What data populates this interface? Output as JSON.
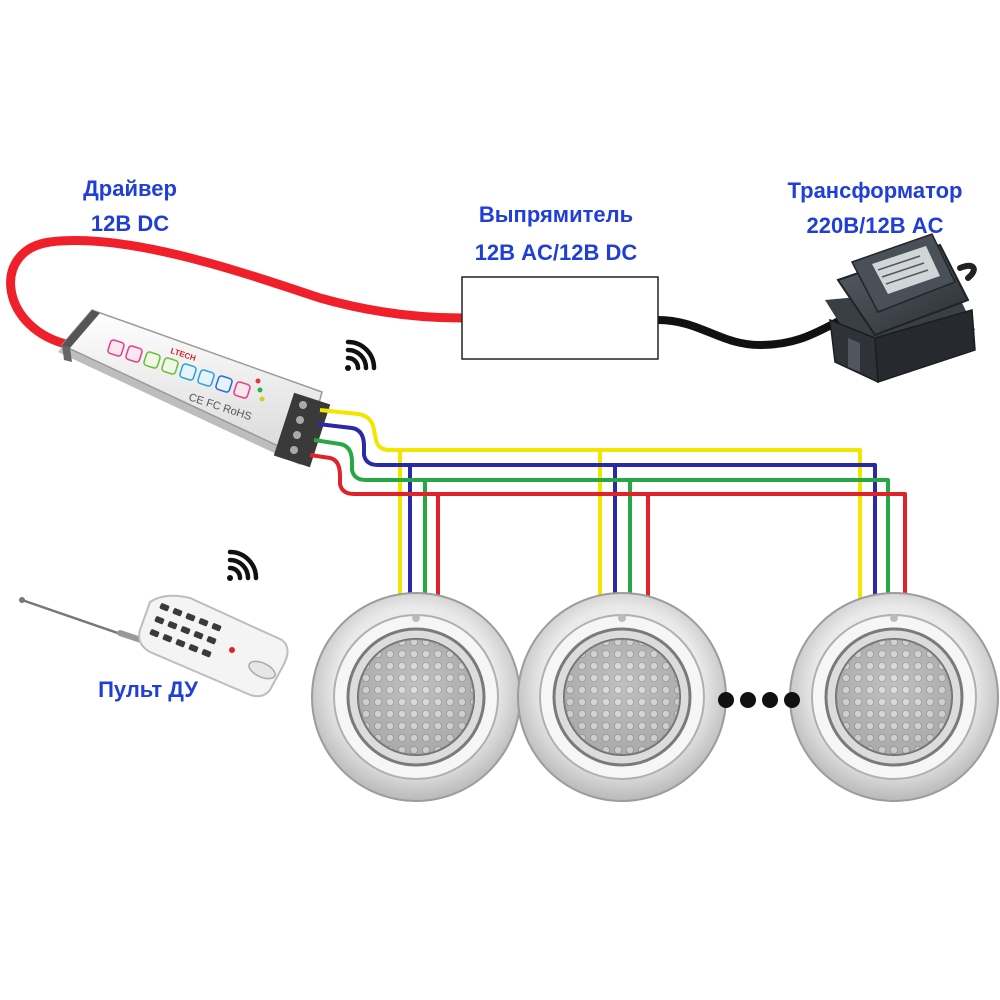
{
  "labels": {
    "driver_line1": "Драйвер",
    "driver_line2": "12В DC",
    "rectifier_line1": "Выпрямитель",
    "rectifier_line2": "12В AC/12В DC",
    "transformer_line1": "Трансформатор",
    "transformer_line2": "220В/12В AC",
    "remote": "Пульт ДУ"
  },
  "driver_markings": {
    "brand": "LTECH",
    "cert": "CE FC RoHS"
  },
  "colors": {
    "label_text": "#1f3fd6",
    "power_cable": "#f0202a",
    "dc_cable": "#111111",
    "wire_yellow": "#f2e600",
    "wire_blue": "#2a2aa8",
    "wire_green": "#27a845",
    "wire_red": "#e2222a"
  },
  "icons": {
    "wireless_driver": "wifi-signal-icon",
    "wireless_remote": "wifi-signal-icon",
    "more_lights": "ellipsis-dots-icon"
  }
}
